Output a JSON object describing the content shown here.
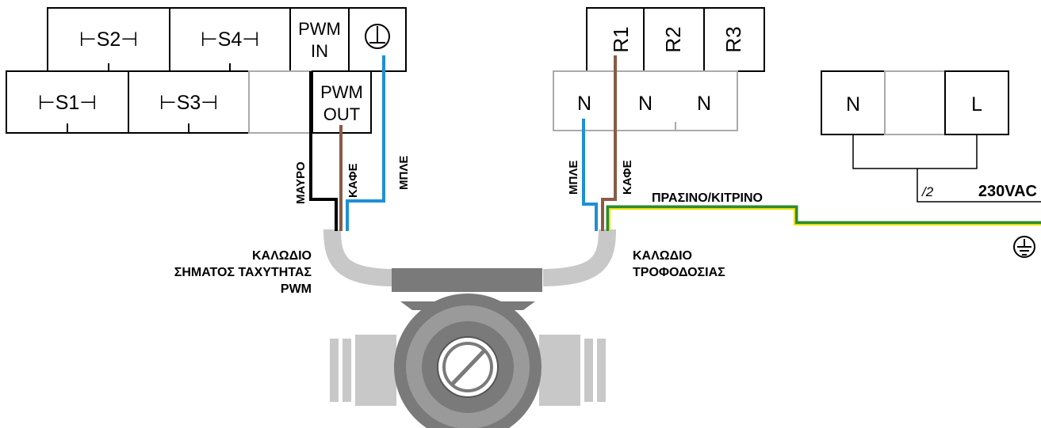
{
  "terminals": {
    "sensors": [
      "⊢S1⊣",
      "⊢S2⊣",
      "⊢S3⊣",
      "⊢S4⊣"
    ],
    "pwm_in": [
      "PWM",
      "IN"
    ],
    "pwm_out": [
      "PWM",
      "OUT"
    ],
    "relays": [
      "R1",
      "R2",
      "R3"
    ],
    "neutrals": [
      "N",
      "N",
      "N"
    ],
    "mains": {
      "neutral": "N",
      "live": "L"
    }
  },
  "wires": {
    "black": "ΜΑΥΡΟ",
    "brown_left": "ΚΑΦΕ",
    "blue_left": "ΜΠΛΕ",
    "blue_right": "ΜΠΛΕ",
    "brown_right": "ΚΑΦΕ",
    "earth": "ΠΡΑΣΙΝΟ/ΚΙΤΡΙΝΟ"
  },
  "cables": {
    "signal": [
      "ΚΑΛΩΔΙΟ",
      "ΣΗΜΑΤΟΣ ΤΑΧΥΤΗΤΑΣ",
      "PWM"
    ],
    "power": [
      "ΚΑΛΩΔΙΟ",
      "ΤΡΟΦΟΔΟΣΙΑΣ"
    ]
  },
  "supply": {
    "fraction": "/2",
    "voltage": "230VAC"
  },
  "colors": {
    "black_wire": "#000000",
    "brown_wire": "#8b5a44",
    "blue_wire": "#1e90d6",
    "earth_green": "#2e8b2e",
    "earth_yellow": "#e8e000",
    "cable_grey": "#c8c8c8",
    "pump_grey": "#7a7a7a"
  },
  "icons": [
    "ground-symbol-icon",
    "earth-symbol-icon",
    "pump-rotor-icon"
  ]
}
